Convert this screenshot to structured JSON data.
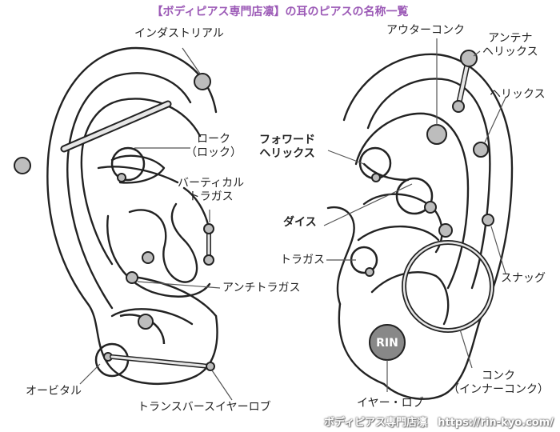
{
  "title": "【ボディピアス専門店凛】の耳のピアスの名称一覧",
  "colors": {
    "title": "#9b59b6",
    "stud": "#bdbdbd",
    "outline": "#222222",
    "footer_shadow": "#666666"
  },
  "left_ear": {
    "labels": {
      "industrial": "インダストリアル",
      "rook": "ローク\n（ロック）",
      "vertical_tragus": "バーティカル\nトラガス",
      "antitragus": "アンチトラガス",
      "orbital": "オービタル",
      "transverse_lobe": "トランスバースイヤーロブ"
    }
  },
  "right_ear": {
    "labels": {
      "outer_conch": "アウターコンク",
      "antenna_helix": "アンテナ\nヘリックス",
      "helix": "ヘリックス",
      "forward_helix": "フォワード\nヘリックス",
      "daith": "ダイス",
      "tragus": "トラガス",
      "snug": "スナッグ",
      "conch": "コンク\n（インナーコンク）",
      "ear_lobe": "イヤー・ロブ"
    },
    "lobe_logo": "RIN"
  },
  "footer": "ボディピアス専門店凛　https://rin-kyo.com/"
}
